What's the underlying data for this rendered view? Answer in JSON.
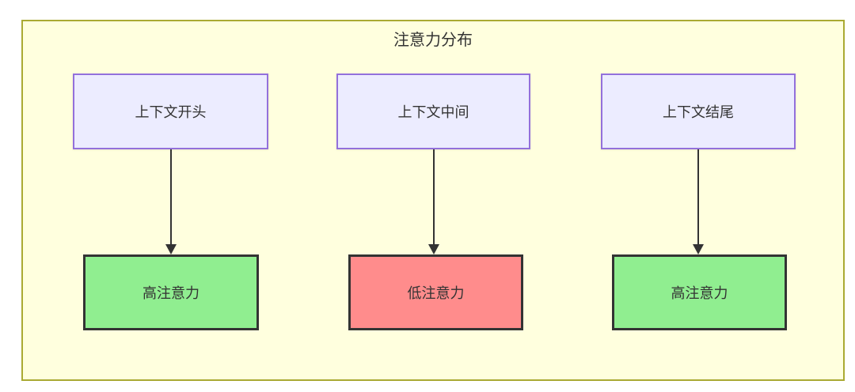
{
  "diagram": {
    "title": "注意力分布",
    "type": "flowchart-top-down"
  },
  "nodes": {
    "top": [
      {
        "id": "context-start",
        "label": "上下文开头"
      },
      {
        "id": "context-middle",
        "label": "上下文中间"
      },
      {
        "id": "context-end",
        "label": "上下文结尾"
      }
    ],
    "bottom": [
      {
        "id": "attention-left",
        "label": "高注意力",
        "status": "high"
      },
      {
        "id": "attention-middle",
        "label": "低注意力",
        "status": "low"
      },
      {
        "id": "attention-right",
        "label": "高注意力",
        "status": "high"
      }
    ]
  },
  "edges": [
    {
      "from": "context-start",
      "to": "attention-left"
    },
    {
      "from": "context-middle",
      "to": "attention-middle"
    },
    {
      "from": "context-end",
      "to": "attention-right"
    }
  ],
  "colors": {
    "container_background": "#ffffde",
    "container_border": "#aaaa33",
    "top_node_fill": "#ececff",
    "top_node_border": "#9370db",
    "high_attention_fill": "#90ee90",
    "low_attention_fill": "#ff8c8c",
    "bottom_node_border": "#333333",
    "arrow": "#333333",
    "text": "#333333"
  }
}
